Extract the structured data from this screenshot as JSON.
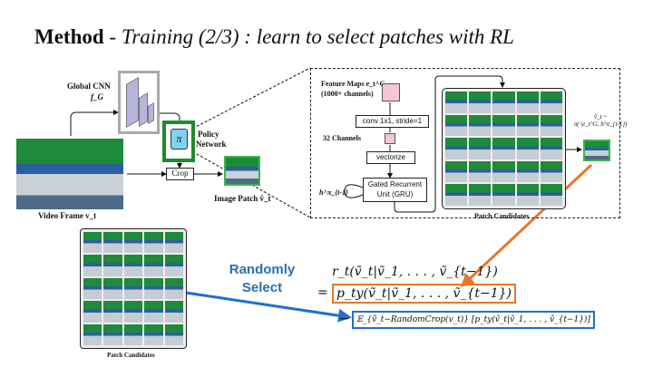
{
  "title": {
    "bold": "Method",
    "rest": " - Training (2/3) : learn to select patches with RL"
  },
  "left": {
    "global_cnn": "Global CNN",
    "f_g": "f_G",
    "policy": "Policy",
    "network": "Network",
    "pi": "π",
    "crop": "Crop",
    "image_patch": "Image Patch ṽ_t",
    "video_frame": "Video Frame v_t"
  },
  "detail": {
    "feature_maps": "Feature Maps e_t^G",
    "channels_1000": "(1000+ channels)",
    "conv": "conv 1x1, stride=1",
    "channels_32": "32 Channels",
    "vectorize": "vectorize",
    "gru1": "Gated Recurrent",
    "gru2": "Unit (GRU)",
    "hidden": "h^π_{t-1}",
    "patch_candidates": "Patch Candidates",
    "sample1": "ṽ_t ~",
    "sample2": "π(·|e_t^G, h^π_{t-1})"
  },
  "bottom": {
    "patch_candidates": "Patch Candidates",
    "random1": "Randomly",
    "random2": "Select"
  },
  "formula": {
    "line1": "r_t(ṽ_t|ṽ_1, . . . , ṽ_{t−1})",
    "eq": "=",
    "line2": "p_ty(ṽ_t|ṽ_1, . . . , ṽ_{t−1})",
    "minus": "−",
    "line3": "𝔼_{ṽ_t∼RandomCrop(v_t)} [p_ty(ṽ_t|ṽ_1, . . . , ṽ_{t−1})]"
  },
  "colors": {
    "policy_green": "#1f8a2e",
    "orange": "#e8762a",
    "blue": "#1f6fd0",
    "text_blue": "#2c6db5",
    "pi_fill": "#7fd3f2",
    "pink": "#f5c6d4",
    "cnn": "#b8b5dd"
  }
}
